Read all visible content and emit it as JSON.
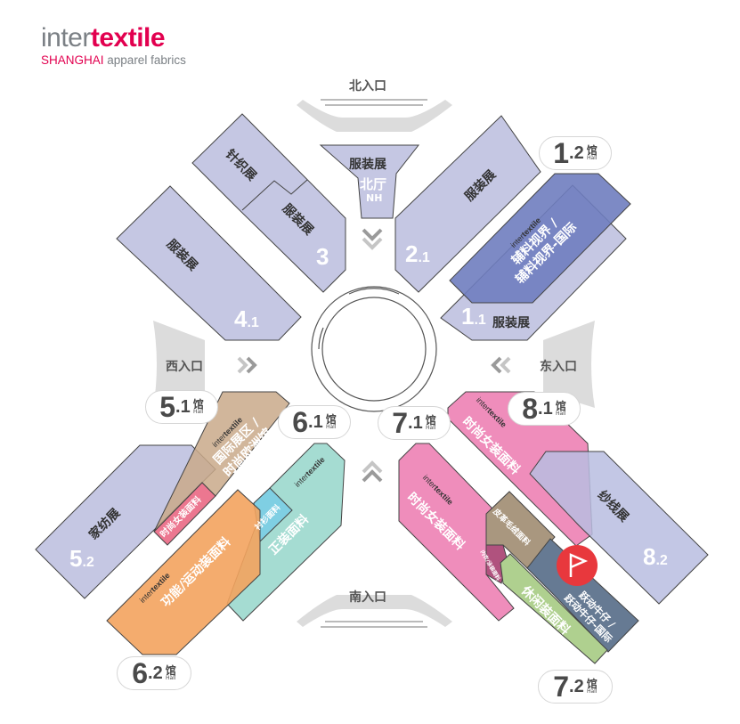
{
  "logo": {
    "inter": "inter",
    "textile": "textile",
    "shanghai": "SHANGHAI",
    "apparel": "apparel fabrics"
  },
  "entrances": {
    "north": "北入口",
    "south": "南入口",
    "east": "东入口",
    "west": "西入口"
  },
  "hall_word": {
    "guan": "馆",
    "hall": "Hall"
  },
  "brand_tag": {
    "inter": "inter",
    "textile": "textile"
  },
  "halls": {
    "h3": {
      "number": "3",
      "zones": [
        "针织展",
        "服装展"
      ]
    },
    "h4_1": {
      "main": "4",
      "sub": ".1",
      "zone": "服装展"
    },
    "north": {
      "zone": "服装展",
      "name": "北厅",
      "code": "NH"
    },
    "h2_1": {
      "main": "2",
      "sub": ".1",
      "zone": "服装展"
    },
    "h1_1": {
      "main": "1",
      "sub": ".1",
      "zone": "服装展"
    },
    "h1_2": {
      "main": "1",
      "sub": ".2",
      "zone_line1": "辅料视界 /",
      "zone_line2": "辅料视界-国际"
    },
    "h5_1": {
      "main": "5",
      "sub": ".1",
      "zone_line1": "国际展区 /",
      "zone_line2": "时尚欧洲馆",
      "strip": "时尚女装面料"
    },
    "h5_2": {
      "main": "5",
      "sub": ".2",
      "zone": "家纺展"
    },
    "h6_1": {
      "main": "6",
      "sub": ".1",
      "zone": "正装面料",
      "shirt": "衬衫面料"
    },
    "h6_2": {
      "main": "6",
      "sub": ".2",
      "zone": "功能/运动装面料"
    },
    "h7_1": {
      "main": "7",
      "sub": ".1",
      "zone": "时尚女装面料",
      "leather": "皮革毛绒面料",
      "underwear": "内衣/泳装面料"
    },
    "h7_2": {
      "main": "7",
      "sub": ".2",
      "casual": "休闲装面料",
      "denim_line1": "跃动牛仔 /",
      "denim_line2": "跃动牛仔-国际"
    },
    "h8_1": {
      "main": "8",
      "sub": ".1",
      "zone": "时尚女装面料"
    },
    "h8_2": {
      "main": "8",
      "sub": ".2",
      "zone": "纱线展"
    }
  },
  "colors": {
    "lavender": "#c5c7e3",
    "blue": "#6f7dbf",
    "pink": "#ef8dbb",
    "brown": "#c9a98a",
    "teal": "#a5dcd2",
    "orange": "#f3a35e",
    "green": "#afd08f",
    "slate": "#667a93",
    "red": "#e8383d",
    "gray": "#d9d9d9"
  }
}
